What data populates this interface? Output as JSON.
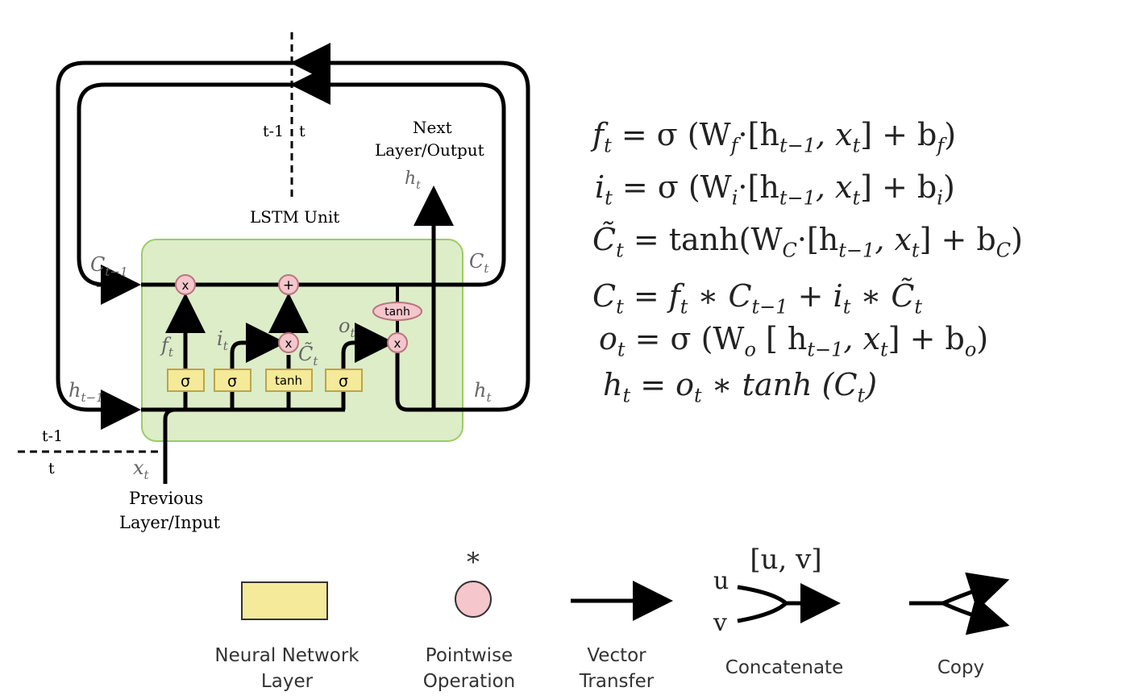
{
  "diagram": {
    "unit_title": "LSTM Unit",
    "time_prev": "t-1",
    "time_curr": "t",
    "next_output_line1": "Next",
    "next_output_line2": "Layer/Output",
    "prev_input_line1": "Previous",
    "prev_input_line2": "Layer/Input",
    "gates": [
      "σ",
      "σ",
      "tanh",
      "σ"
    ],
    "pointwise_ops": [
      "x",
      "+",
      "x",
      "x"
    ],
    "cell_tanh": "tanh",
    "var_labels": {
      "c_prev": "C",
      "c_prev_sub": "t−1",
      "c_t": "C",
      "c_t_sub": "t",
      "h_prev": "h",
      "h_prev_sub": "t−1",
      "h_t": "h",
      "h_t_sub": "t",
      "h_t_out": "h",
      "h_t_out_sub": "t",
      "x_t": "x",
      "x_t_sub": "t",
      "f_t": "f",
      "f_t_sub": "t",
      "i_t": "i",
      "i_t_sub": "t",
      "o_t": "o",
      "o_t_sub": "t",
      "c_tilde": "C̃",
      "c_tilde_sub": "t"
    },
    "colors": {
      "cell_fill": "#dcedc8",
      "cell_border": "#9ccc65",
      "gate_fill": "#f5e99a",
      "gate_border": "#b8a64a",
      "op_fill": "#f5c6cb",
      "op_border": "#b9747d"
    }
  },
  "equations": [
    {
      "lhs": "f",
      "lhs_sub": "t",
      "rhs": "= σ (W",
      "w_sub": "f",
      "tail": "·[h",
      "h_sub": "t−1",
      "x_part": ", x",
      "x_sub": "t",
      "b_part": "]  +  b",
      "b_sub": "f",
      "close": ")"
    },
    {
      "lhs": "i",
      "lhs_sub": "t",
      "rhs": "= σ (W",
      "w_sub": "i",
      "tail": "·[h",
      "h_sub": "t−1",
      "x_part": ", x",
      "x_sub": "t",
      "b_part": "]  +  b",
      "b_sub": "i",
      "close": ")"
    },
    {
      "lhs": "C̃",
      "lhs_sub": "t",
      "rhs": "= tanh(W",
      "w_sub": "C",
      "tail": "·[h",
      "h_sub": "t−1",
      "x_part": ", x",
      "x_sub": "t",
      "b_part": "]  +  b",
      "b_sub": "C",
      "close": ")"
    },
    {
      "text_a": "C",
      "sub_a": "t",
      "text_b": " = f",
      "sub_b": "t",
      "text_c": " ∗ C",
      "sub_c": "t−1",
      "text_d": " + i",
      "sub_d": "t",
      "text_e": " ∗ C̃",
      "sub_e": "t"
    },
    {
      "lhs": "o",
      "lhs_sub": "t",
      "rhs": "= σ (W",
      "w_sub": "o",
      "tail": " [ h",
      "h_sub": "t−1",
      "x_part": ", x",
      "x_sub": "t",
      "b_part": "]  +  b",
      "b_sub": "o",
      "close": ")"
    },
    {
      "text_a": "h",
      "sub_a": "t",
      "text_b": " = o",
      "sub_b": "t",
      "text_c": " ∗ tanh (C",
      "sub_c": "t",
      "text_d": ")"
    }
  ],
  "legend": {
    "nn_layer_line1": "Neural Network",
    "nn_layer_line2": "Layer",
    "pointwise_line1": "Pointwise",
    "pointwise_line2": "Operation",
    "pointwise_symbol": "*",
    "vector_line1": "Vector",
    "vector_line2": "Transfer",
    "concat_label": "Concatenate",
    "concat_u": "u",
    "concat_v": "v",
    "concat_uv": "[u, v]",
    "copy_label": "Copy"
  }
}
